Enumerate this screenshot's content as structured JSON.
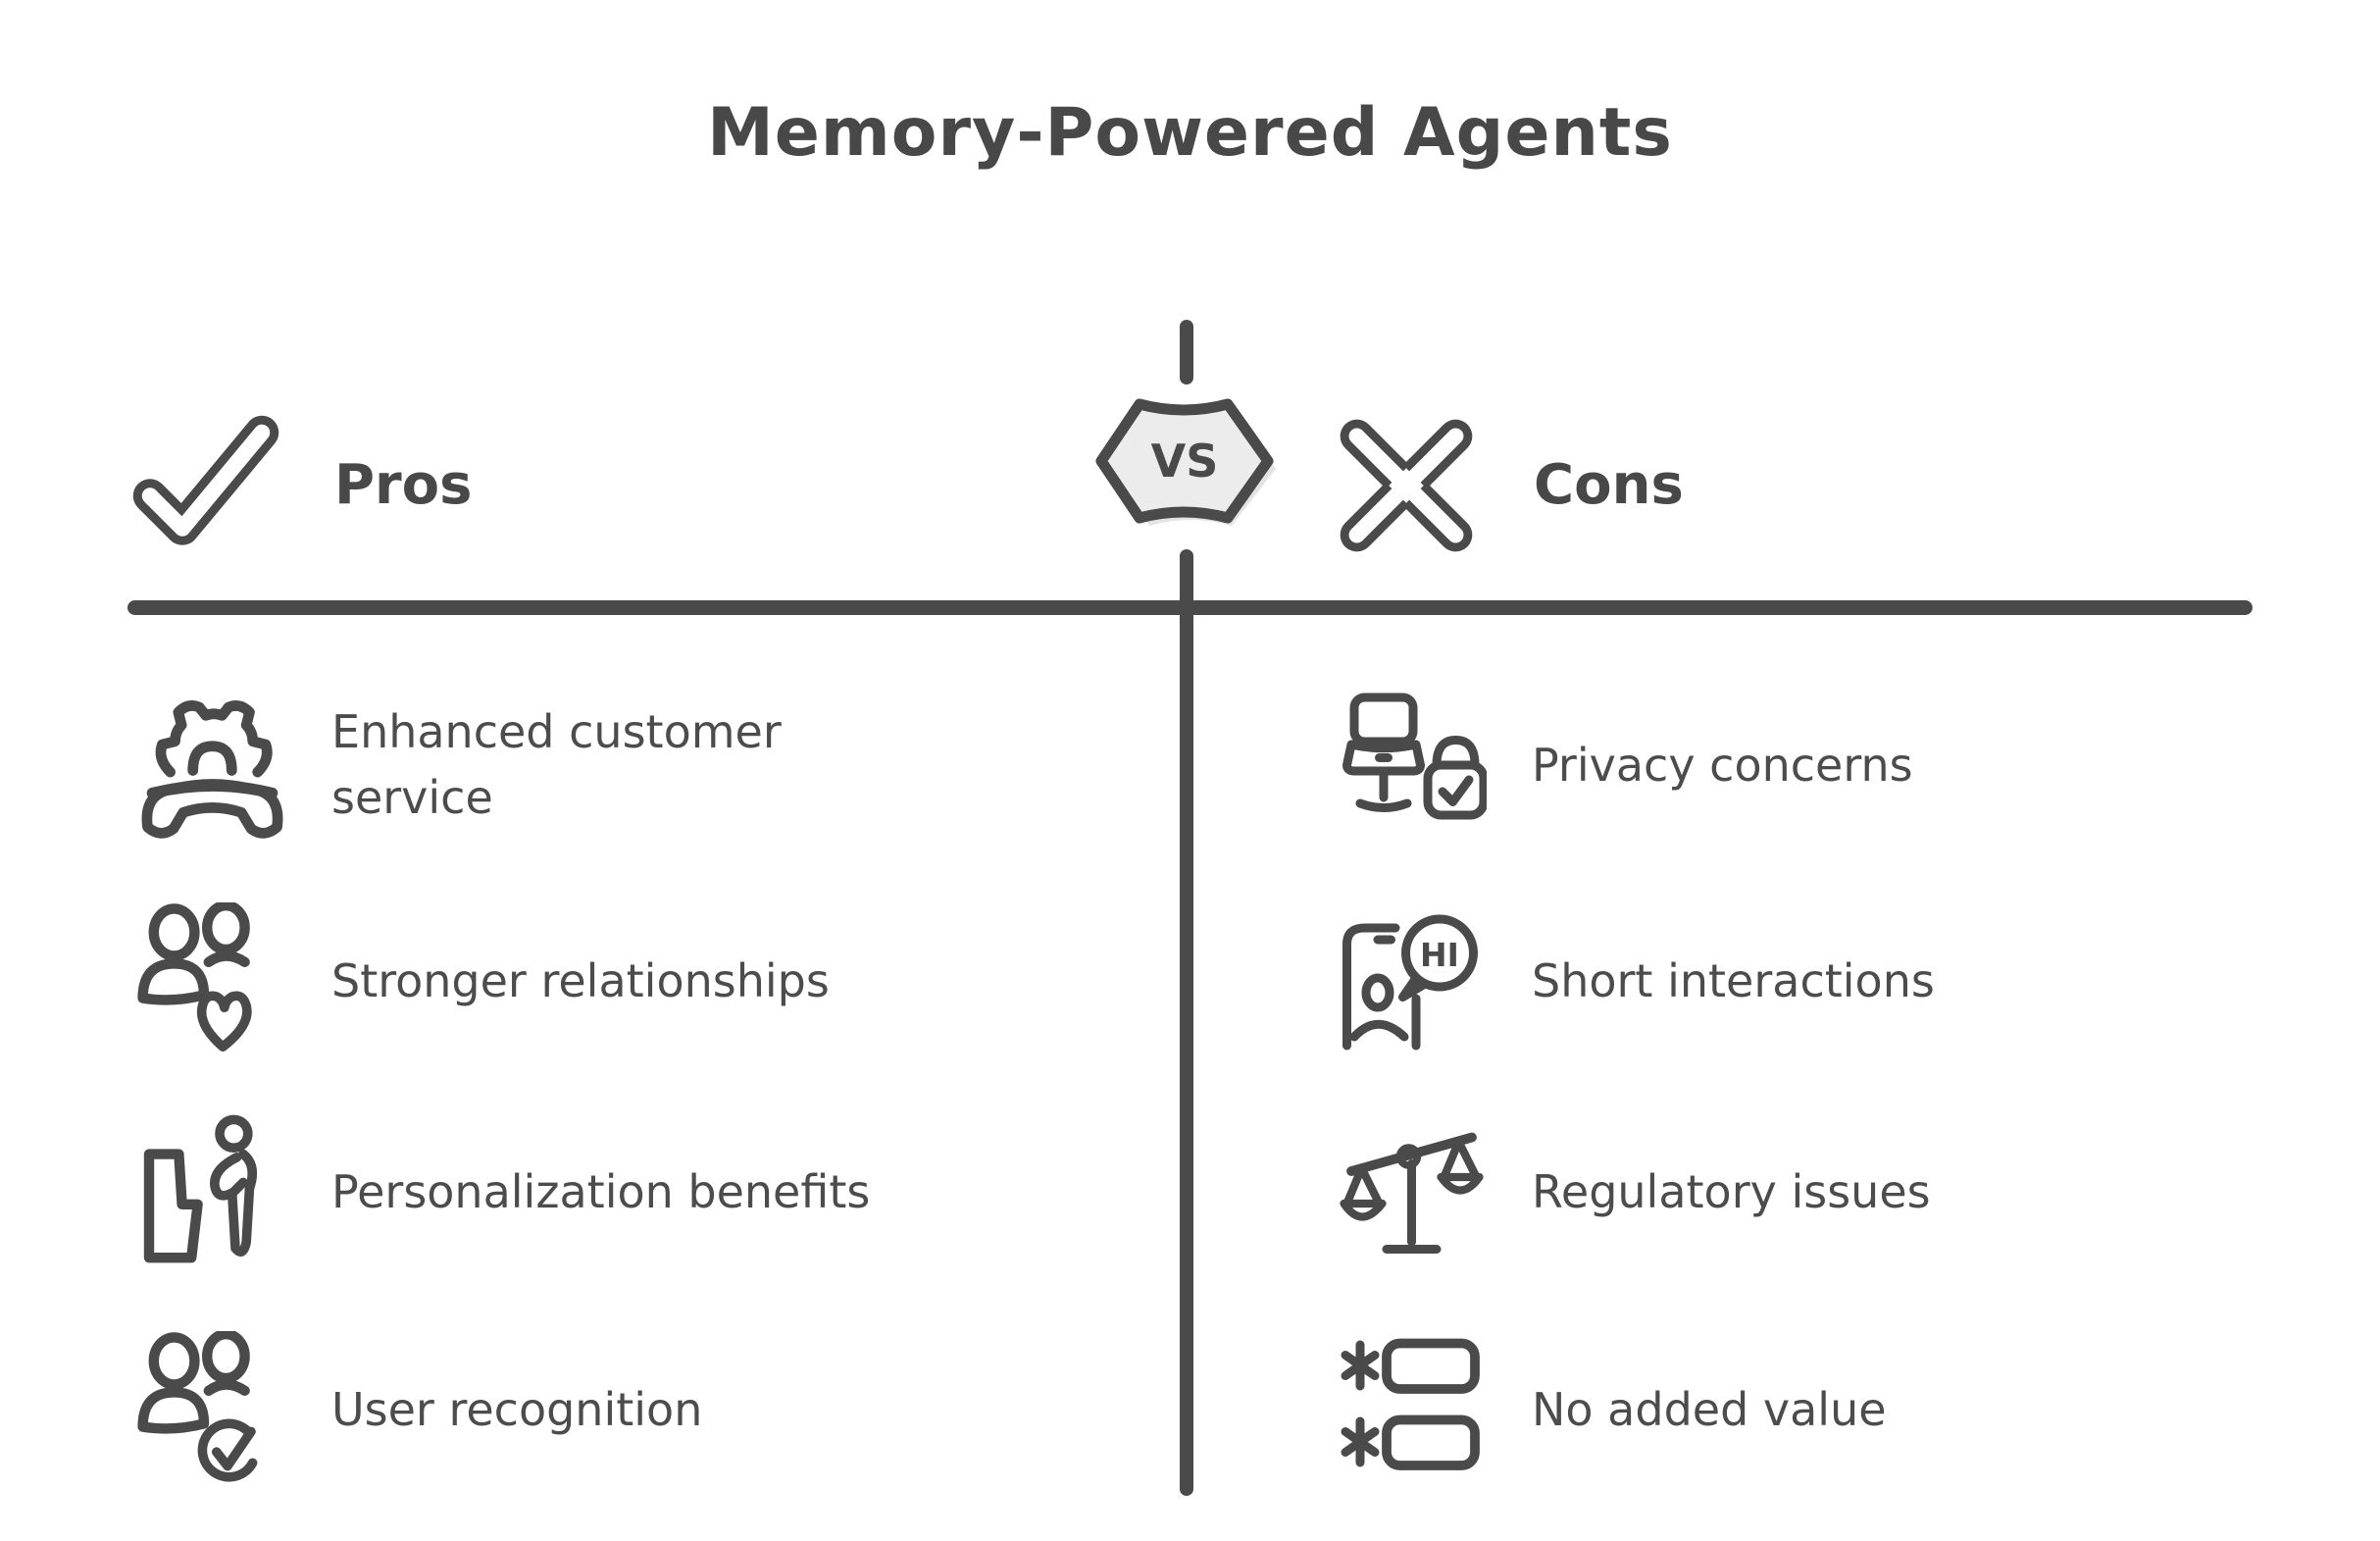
{
  "title": "Memory-Powered Agents",
  "badge": {
    "label": "VS"
  },
  "pros": {
    "header": "Pros",
    "items": [
      {
        "icon": "customer-service-icon",
        "label": "Enhanced customer service"
      },
      {
        "icon": "relationships-icon",
        "label": "Stronger relationships"
      },
      {
        "icon": "personalization-icon",
        "label": "Personalization benefits"
      },
      {
        "icon": "user-recognition-icon",
        "label": "User recognition"
      }
    ]
  },
  "cons": {
    "header": "Cons",
    "items": [
      {
        "icon": "privacy-lock-icon",
        "label": "Privacy concerns"
      },
      {
        "icon": "chat-hi-icon",
        "label": "Short interactions"
      },
      {
        "icon": "scales-icon",
        "label": "Regulatory issues"
      },
      {
        "icon": "no-value-list-icon",
        "label": "No added value"
      }
    ]
  },
  "icons": {
    "hi_bubble_text": "HI"
  },
  "colors": {
    "ink": "#4a4a4a",
    "badge_fill": "#ececec",
    "badge_shadow": "#e3e3e3",
    "background": "#ffffff"
  }
}
